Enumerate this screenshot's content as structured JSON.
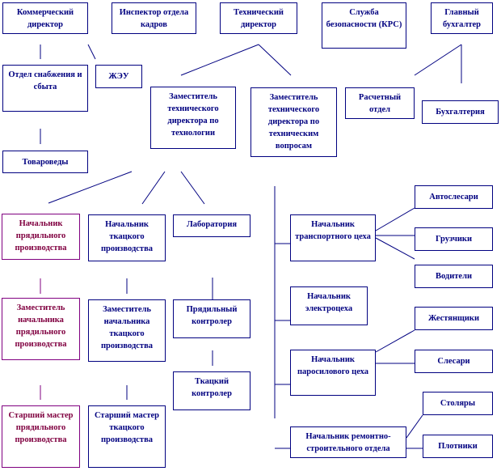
{
  "top": {
    "commercial_director": "Коммерческий директор",
    "hr_inspector": "Инспектор отдела кадров",
    "technical_director": "Технический директор",
    "security_service": "Служба безопасности (КРС)",
    "chief_accountant": "Главный бухгалтер"
  },
  "second": {
    "supply_sales": "Отдел снабжения и сбыта",
    "housing": "ЖЭУ",
    "merchandisers": "Товароведы",
    "deputy_technology": "Заместитель технического директора по технологии",
    "deputy_technical": "Заместитель технического директора по техническим вопросам",
    "payroll": "Расчетный отдел",
    "accounting": "Бухгалтерия"
  },
  "production": {
    "spinning_head": "Начальник прядильного производства",
    "weaving_head": "Начальник ткацкого производства",
    "laboratory": "Лаборатория",
    "spinning_deputy": "Заместитель начальника прядильного производства",
    "weaving_deputy": "Заместитель начальника ткацкого производства",
    "spinning_controller": "Прядильный контролер",
    "weaving_controller": "Ткацкий контролер",
    "spinning_master": "Старший мастер прядильного производства",
    "weaving_master": "Старший мастер ткацкого производства"
  },
  "technical": {
    "transport_head": "Начальник транспортного цеха",
    "electric_head": "Начальник электроцеха",
    "steam_head": "Начальник паросилового цеха",
    "repair_head": "Начальник ремонтно-строительного отдела",
    "auto_mechanics": "Автослесари",
    "loaders": "Грузчики",
    "drivers": "Водители",
    "tinsmiths": "Жестянщики",
    "fitters": "Слесари",
    "joiners": "Столяры",
    "carpenters": "Плотники"
  },
  "colors": {
    "main": "#000080",
    "spinning": "#800080"
  }
}
